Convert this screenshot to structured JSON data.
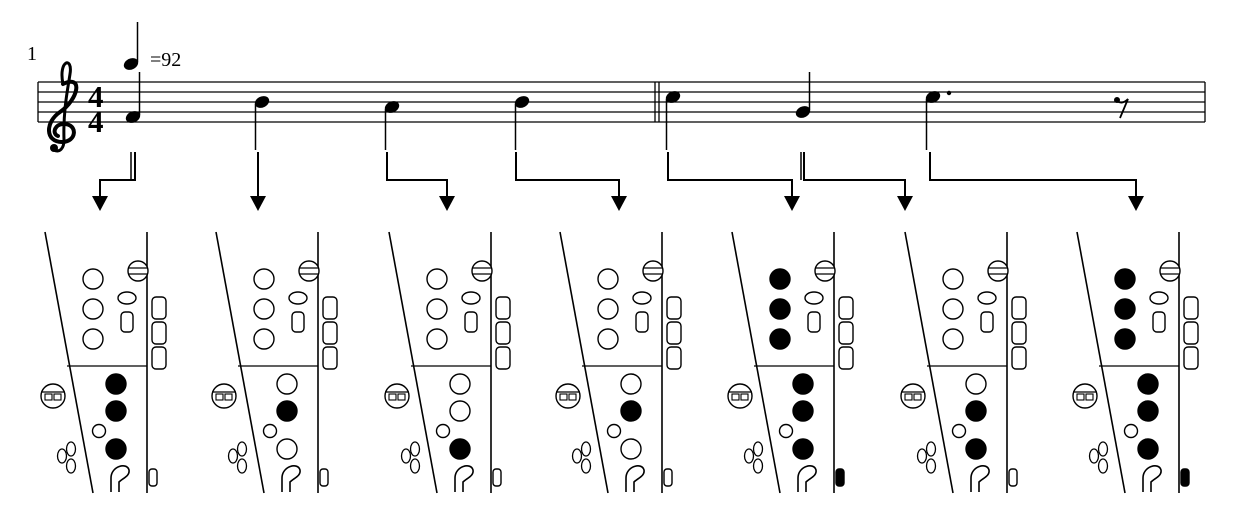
{
  "score": {
    "measure_number": "1",
    "tempo_text": "=92",
    "time_signature": {
      "top": "4",
      "bottom": "4"
    },
    "clef": "treble"
  },
  "notes": [
    {
      "pitch": "G4",
      "duration": "quarter"
    },
    {
      "pitch": "C5",
      "duration": "quarter"
    },
    {
      "pitch": "B4",
      "duration": "quarter"
    },
    {
      "pitch": "C5",
      "duration": "quarter"
    },
    {
      "pitch": "D5",
      "duration": "quarter"
    },
    {
      "pitch": "A4",
      "duration": "quarter"
    },
    {
      "pitch": "D5",
      "duration": "dotted-quarter"
    }
  ],
  "rest": {
    "duration": "eighth"
  },
  "fingerings": [
    {
      "note": "G4",
      "main": [
        0,
        0,
        0,
        1,
        1,
        1
      ],
      "pinky": "off"
    },
    {
      "note": "C5",
      "main": [
        0,
        0,
        0,
        0,
        1,
        0
      ],
      "pinky": "off"
    },
    {
      "note": "B4",
      "main": [
        0,
        0,
        0,
        0,
        0,
        1
      ],
      "pinky": "off"
    },
    {
      "note": "C5",
      "main": [
        0,
        0,
        0,
        0,
        1,
        0
      ],
      "pinky": "off"
    },
    {
      "note": "D5",
      "main": [
        1,
        1,
        1,
        1,
        1,
        1
      ],
      "pinky": "on"
    },
    {
      "note": "A4",
      "main": [
        0,
        0,
        0,
        0,
        1,
        1
      ],
      "pinky": "off"
    },
    {
      "note": "D5",
      "main": [
        1,
        1,
        1,
        1,
        1,
        1
      ],
      "pinky": "on"
    }
  ],
  "colors": {
    "ink": "#000000",
    "paper": "#ffffff"
  }
}
